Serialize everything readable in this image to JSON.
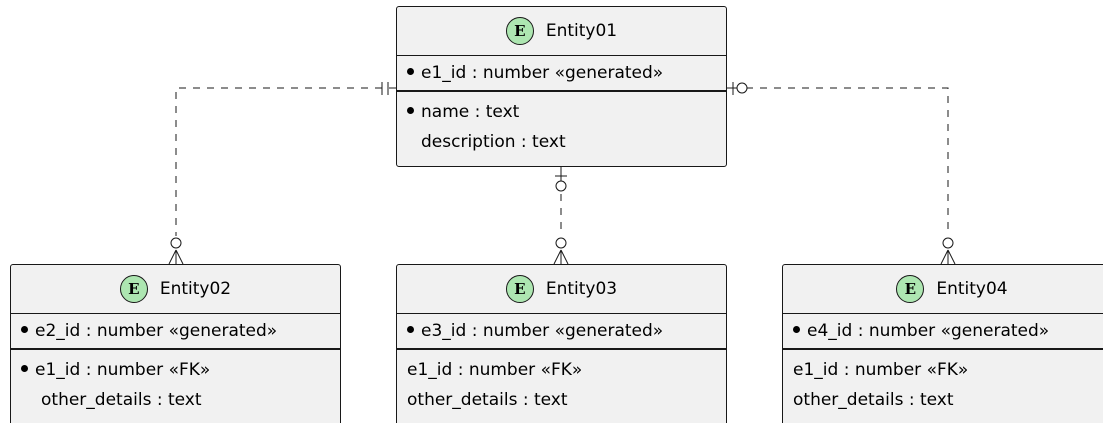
{
  "diagram": {
    "entities": [
      {
        "id": "entity01",
        "badge": "E",
        "name": "Entity01",
        "pk_rows": [
          {
            "text": "e1_id : number «generated»",
            "mandatory": true
          }
        ],
        "rows": [
          {
            "text": "name : text",
            "mandatory": true
          },
          {
            "text": "description : text",
            "mandatory": false
          }
        ]
      },
      {
        "id": "entity02",
        "badge": "E",
        "name": "Entity02",
        "pk_rows": [
          {
            "text": "e2_id : number «generated»",
            "mandatory": true
          }
        ],
        "rows": [
          {
            "text": "e1_id : number «FK»",
            "mandatory": true
          },
          {
            "text": "other_details : text",
            "mandatory": false
          }
        ]
      },
      {
        "id": "entity03",
        "badge": "E",
        "name": "Entity03",
        "pk_rows": [
          {
            "text": "e3_id : number «generated»",
            "mandatory": true
          }
        ],
        "rows": [
          {
            "text": "e1_id : number «FK»",
            "mandatory": false
          },
          {
            "text": "other_details : text",
            "mandatory": false
          }
        ]
      },
      {
        "id": "entity04",
        "badge": "E",
        "name": "Entity04",
        "pk_rows": [
          {
            "text": "e4_id : number «generated»",
            "mandatory": true
          }
        ],
        "rows": [
          {
            "text": "e1_id : number «FK»",
            "mandatory": false
          },
          {
            "text": "other_details : text",
            "mandatory": false
          }
        ]
      }
    ],
    "relationships": [
      {
        "from": "Entity01",
        "to": "Entity02",
        "from_cardinality": "exactly-one",
        "to_cardinality": "zero-or-many",
        "line_style": "dashed"
      },
      {
        "from": "Entity01",
        "to": "Entity03",
        "from_cardinality": "zero-or-one",
        "to_cardinality": "zero-or-many",
        "line_style": "dashed"
      },
      {
        "from": "Entity01",
        "to": "Entity04",
        "from_cardinality": "zero-or-one",
        "to_cardinality": "zero-or-many",
        "line_style": "dashed"
      }
    ],
    "colors": {
      "entity_fill": "#f1f1f1",
      "border": "#181818",
      "badge_fill": "#ade6b1"
    }
  }
}
